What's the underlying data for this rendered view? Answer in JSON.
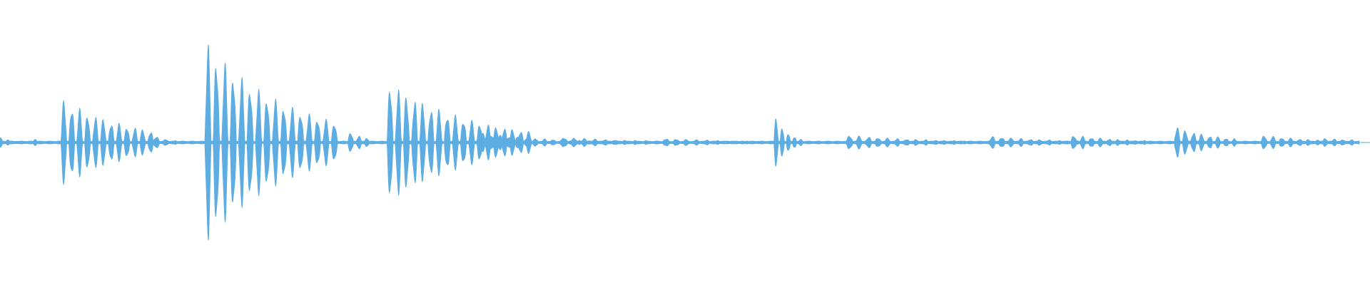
{
  "waveform": {
    "color": "#5dade2",
    "background": "#ffffff",
    "baseline_amplitude": 0.01,
    "events": [
      {
        "t": 0.0,
        "amp": 0.05,
        "decay": 0.01,
        "pulses": 3,
        "spacing": 0.006
      },
      {
        "t": 0.026,
        "amp": 0.03,
        "decay": 0.008,
        "pulses": 3,
        "spacing": 0.006
      },
      {
        "t": 0.047,
        "amp": 0.41,
        "decay": 0.05,
        "pulses": 12,
        "spacing": 0.0058
      },
      {
        "t": 0.115,
        "amp": 0.06,
        "decay": 0.012,
        "pulses": 3,
        "spacing": 0.007
      },
      {
        "t": 0.153,
        "amp": 0.95,
        "decay": 0.06,
        "pulses": 16,
        "spacing": 0.0062
      },
      {
        "t": 0.258,
        "amp": 0.1,
        "decay": 0.014,
        "pulses": 3,
        "spacing": 0.006
      },
      {
        "t": 0.287,
        "amp": 0.58,
        "decay": 0.06,
        "pulses": 18,
        "spacing": 0.006
      },
      {
        "t": 0.355,
        "amp": 0.09,
        "decay": 0.05,
        "pulses": 14,
        "spacing": 0.0065
      },
      {
        "t": 0.415,
        "amp": 0.05,
        "decay": 0.06,
        "pulses": 12,
        "spacing": 0.0075
      },
      {
        "t": 0.49,
        "amp": 0.04,
        "decay": 0.06,
        "pulses": 12,
        "spacing": 0.0075
      },
      {
        "t": 0.571,
        "amp": 0.25,
        "decay": 0.01,
        "pulses": 5,
        "spacing": 0.0045
      },
      {
        "t": 0.625,
        "amp": 0.07,
        "decay": 0.06,
        "pulses": 14,
        "spacing": 0.007
      },
      {
        "t": 0.73,
        "amp": 0.06,
        "decay": 0.05,
        "pulses": 10,
        "spacing": 0.007
      },
      {
        "t": 0.79,
        "amp": 0.07,
        "decay": 0.04,
        "pulses": 10,
        "spacing": 0.0065
      },
      {
        "t": 0.866,
        "amp": 0.15,
        "decay": 0.03,
        "pulses": 8,
        "spacing": 0.006
      },
      {
        "t": 0.93,
        "amp": 0.07,
        "decay": 0.04,
        "pulses": 10,
        "spacing": 0.0065
      },
      {
        "t": 0.975,
        "amp": 0.04,
        "decay": 0.05,
        "pulses": 8,
        "spacing": 0.0065
      }
    ]
  }
}
